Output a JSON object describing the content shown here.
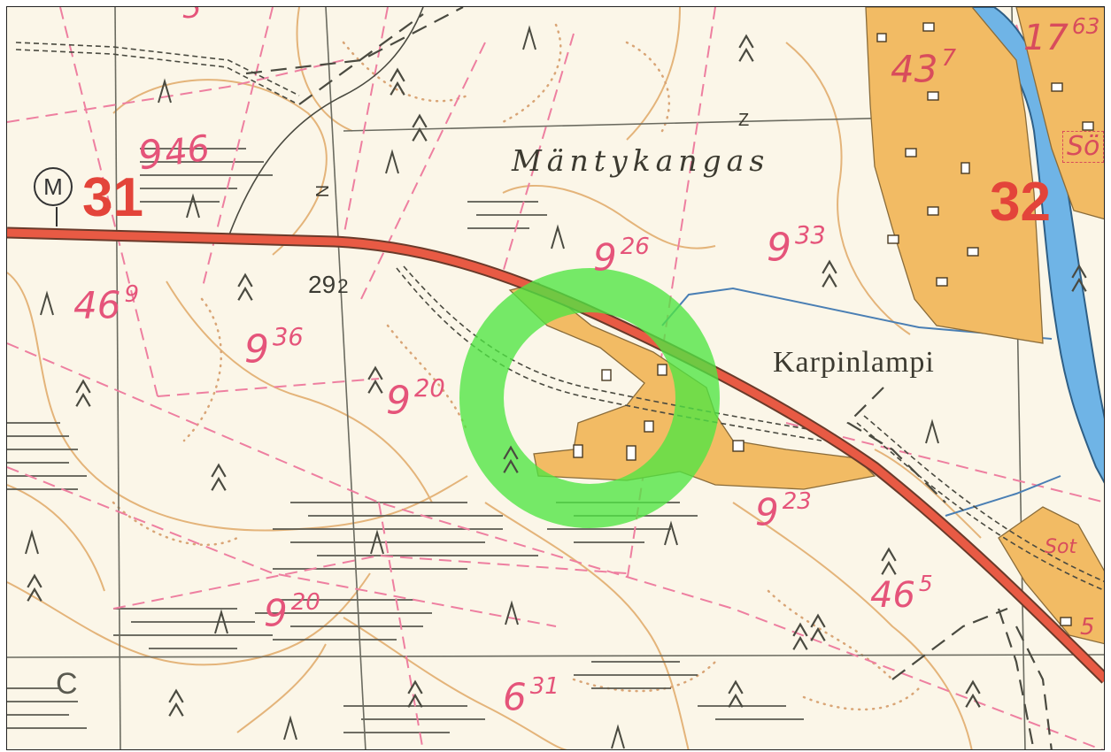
{
  "map": {
    "colors": {
      "paper": "#fbf6e8",
      "settlement": "#f2bb64",
      "road": "#e85a44",
      "water": "#6fb4e6",
      "contour": "#e4b47a",
      "boundary": "#ee7fa0",
      "marker": "#4fe643"
    },
    "place_names": {
      "mantykangas": "Mäntykangas",
      "karpinlampi": "Karpinlampi"
    },
    "grid_labels": {
      "left": "31",
      "right": "32"
    },
    "road_symbol": "M",
    "elevation": {
      "main": "29",
      "decimal": "2"
    },
    "north_letter": "N",
    "z_letter": "Z",
    "parcel_numbers": [
      {
        "base": "9",
        "sup": "46"
      },
      {
        "base": "46",
        "sup": "9"
      },
      {
        "base": "9",
        "sup": "36"
      },
      {
        "base": "9",
        "sup": "20"
      },
      {
        "base": "9",
        "sup": "26"
      },
      {
        "base": "9",
        "sup": "33"
      },
      {
        "base": "9",
        "sup": "23"
      },
      {
        "base": "9",
        "sup": "20"
      },
      {
        "base": "46",
        "sup": "5"
      },
      {
        "base": "6",
        "sup": "31"
      },
      {
        "base": "43",
        "sup": "7"
      },
      {
        "base": "17",
        "sup": "63"
      }
    ],
    "settlement_labels": [
      "Sö",
      "Sot"
    ],
    "edge_fragments": [
      "5",
      "5",
      "C"
    ],
    "icons": [
      "forest-symbol",
      "marsh-hatching",
      "road",
      "river",
      "highlight-ring"
    ]
  }
}
